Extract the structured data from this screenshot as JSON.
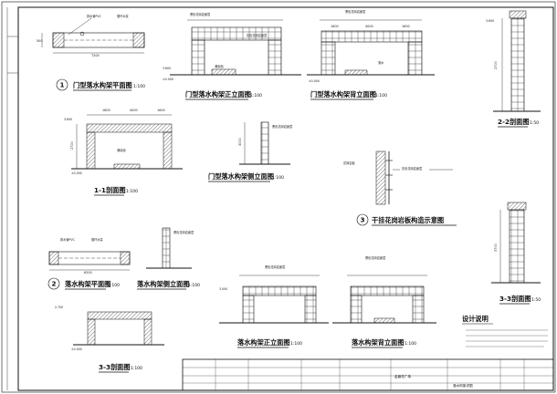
{
  "sheet": {
    "titles": {
      "gate_plan": "门型落水构架平面图",
      "gate_front": "门型落水构架正立面图",
      "gate_back": "门型落水构架背立面图",
      "sec_22": "2-2剖面图",
      "sec_11": "1-1剖面图",
      "gate_side": "门型落水构架侧立面图",
      "dry_hang": "干挂花岗岩板构造示意图",
      "sec_33_right": "3-3剖面图",
      "wf_plan": "落水构架平面图",
      "wf_side": "落水构架侧立面图",
      "sec_33_left": "3-3剖面图",
      "wf_front": "落水构架正立面图",
      "wf_back": "落水构架背立面图"
    },
    "scale": "1:100",
    "scale_alt": "1:50",
    "circle_nums": [
      "1",
      "2",
      "3"
    ],
    "dims": {
      "d1600": "1600",
      "d4000": "4000",
      "d7200": "7200",
      "d6200": "6200",
      "d500": "500",
      "d2700": "2700",
      "d3700": "3700",
      "d3000": "3000"
    },
    "levels": {
      "top1": "3.600",
      "top2": "2.700",
      "top3": "3.000",
      "zero": "±0.000"
    },
    "notes": {
      "pvc": "排水管PVC",
      "pump": "循环水泵",
      "granite": "花岗岩板",
      "fall": "落水",
      "pool": "涌泉面",
      "stone_a": "黑色花岗岩面层",
      "stone_b": "灰色花岗岩面层",
      "design_notes": "设计说明"
    },
    "title_block": {
      "project": "金鼎花广场",
      "drawing": "落水构架详图"
    }
  }
}
